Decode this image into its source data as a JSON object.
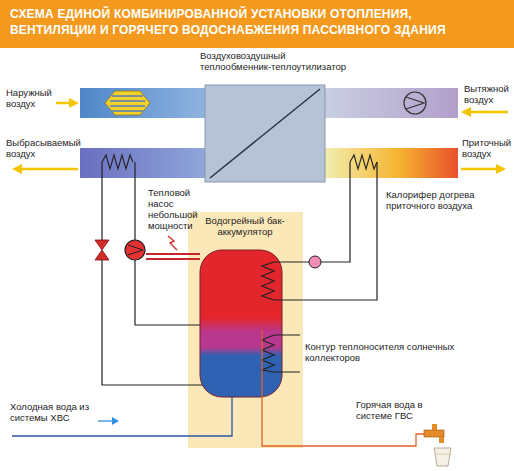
{
  "diagram": {
    "title": "СХЕМА ЕДИНОЙ КОМБИНИРОВАННОЙ УСТАНОВКИ ОТОПЛЕНИЯ, ВЕНТИЛЯЦИИ И ГОРЯЧЕГО ВОДОСНАБЖЕНИЯ ПАССИВНОГО ЗДАНИЯ",
    "nodes": [
      {
        "text": [
          "Воздуховоздушный теплообменник-теплоутилизатор"
        ]
      },
      {
        "text": [
          "Водогрейный бак-аккумулятор"
        ]
      }
    ],
    "labels": [
      "Наружный воздух",
      "Вытяжной воздух",
      "Выбрасываемый воздух",
      "Приточный воздух",
      "Тепловой насос небольшой мощности",
      "Калорифер догрева приточного воздуха",
      "Контур теплоносителя солнечных коллекторов",
      "Холодная вода из системы ХВС",
      "Горячая вода в системе ГВС"
    ]
  }
}
